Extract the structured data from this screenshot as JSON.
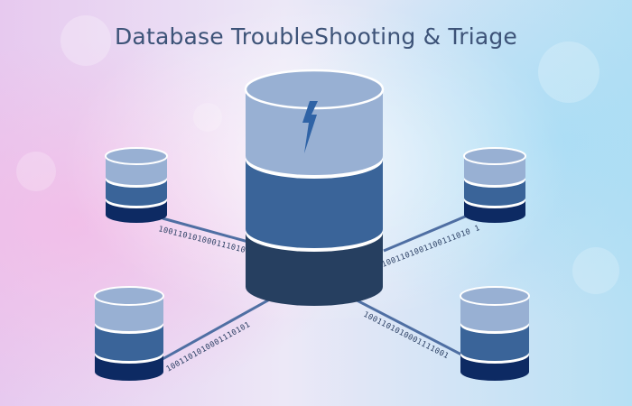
{
  "title": "Database TroubleShooting & Triage",
  "colors": {
    "top_tier": "#98b0d3",
    "mid_tier": "#3a6499",
    "bottom_tier": "#0d2a63",
    "main_bottom": "#263f60",
    "connector": "#4f6fa3",
    "title": "#3d5378"
  },
  "links": {
    "top_left": "1001101010001110101",
    "top_right": "1001101001100111010 1",
    "bottom_left": "1001101010001110101",
    "bottom_right": "1001101010001111001"
  }
}
